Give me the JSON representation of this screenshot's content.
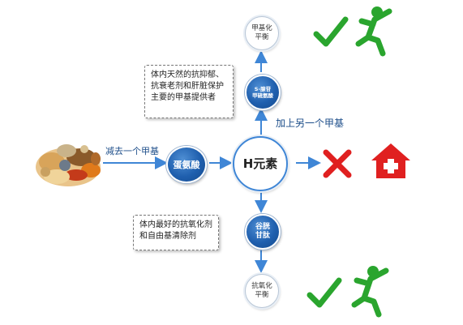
{
  "nodes": {
    "center": "H元素",
    "met": "蛋氨酸",
    "same_line1": "S-腺苷",
    "same_line2": "甲硫氨酸",
    "gsh_line1": "谷胱",
    "gsh_line2": "甘肽",
    "top_line1": "甲基化",
    "top_line2": "平衡",
    "bottom_line1": "抗氧化",
    "bottom_line2": "平衡"
  },
  "labels": {
    "minus_methyl": "减去一个甲基",
    "plus_methyl": "加上另一个甲基"
  },
  "notes": {
    "same_desc": [
      "体内天然的抗抑郁、",
      "抗衰老剂和肝脏保护",
      "主要的甲基提供者"
    ],
    "gsh_desc": [
      "体内最好的抗氧化剂",
      "和自由基清除剂"
    ]
  },
  "icons": {
    "food": "food-ingredients-image",
    "check": "green-check-icon",
    "runner": "green-running-man-icon",
    "cross": "red-x-icon",
    "hospital": "red-house-cross-icon"
  },
  "colors": {
    "arrow": "#3f86d6",
    "node_blue": "#1f5fae",
    "text_blue": "#1d4e8a",
    "green": "#2aa52e",
    "red": "#e02020"
  }
}
